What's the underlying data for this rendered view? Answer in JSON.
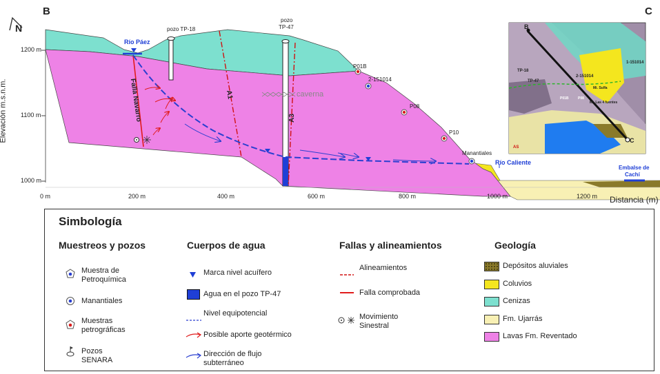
{
  "section": {
    "start_label": "B",
    "end_label": "C"
  },
  "north": {
    "letter": "N",
    "icon": "north-arrow-icon"
  },
  "axes": {
    "y_title": "Elevación m.s.n.m.",
    "y_ticks": [
      "1200 m",
      "1100 m",
      "1000 m"
    ],
    "x_ticks": [
      "0 m",
      "200 m",
      "400 m",
      "600 m",
      "800 m",
      "1000 m",
      "1200 m"
    ],
    "x_title": "Distancia (m)"
  },
  "labels": {
    "rio_paez": "Río Páez",
    "pozo_tp18": "pozo TP-18",
    "pozo_tp47_line1": "pozo",
    "pozo_tp47_line2": "TP-47",
    "falla": "Falla Navarro",
    "a1": "A1",
    "a3": "A3",
    "caverna": "caverna",
    "p01b": "P01B",
    "s2151014": "2-151014",
    "p08": "P08",
    "p10": "P10",
    "manantiales": "Manantiales",
    "rio_caliente": "Río Caliente",
    "embalse_line1": "Embalse de",
    "embalse_line2": "Cachí"
  },
  "inset_map": {
    "corner_b": "B",
    "corner_c": "C",
    "labels": [
      "TP-18",
      "TP-47",
      "2-151014",
      "1-151014",
      "P01B",
      "P08",
      "Mi. Sulfa",
      "Mi. Las 4 fuentes",
      "AS"
    ]
  },
  "legend": {
    "title": "Simbología",
    "muestreos": {
      "heading": "Muestreos y pozos",
      "items": [
        {
          "label_1": "Muestra de",
          "label_2": "Petroquímica"
        },
        {
          "label_1": "Manantiales",
          "label_2": ""
        },
        {
          "label_1": "Muestras",
          "label_2": "petrográficas"
        },
        {
          "label_1": "Pozos",
          "label_2": "SENARA"
        }
      ]
    },
    "agua": {
      "heading": "Cuerpos de agua",
      "items": [
        "Marca nivel acuífero",
        "Agua en el pozo TP-47",
        "Nivel equipotencial",
        "Posible aporte geotérmico"
      ],
      "flow_1": "Dirección de flujo",
      "flow_2": "subterráneo"
    },
    "fallas": {
      "heading": "Fallas y alineamientos",
      "items": [
        "Alineamientos",
        "Falla comprobada"
      ],
      "mov_1": "Movimiento",
      "mov_2": "Sinestral"
    },
    "geologia": {
      "heading": "Geología",
      "items": [
        {
          "label": "Depósitos aluviales",
          "color": "#8a7a2a"
        },
        {
          "label": "Coluvios",
          "color": "#f4e61e"
        },
        {
          "label": "Cenizas",
          "color": "#7de0cf"
        },
        {
          "label": "Fm. Ujarrás",
          "color": "#f8f0b4"
        },
        {
          "label": "Lavas Fm. Reventado",
          "color": "#ee82e6"
        }
      ]
    }
  },
  "colors": {
    "lavas": "#ee82e6",
    "cenizas": "#7de0cf",
    "ujarras": "#f8f0b4",
    "coluvios": "#f4e61e",
    "aluviales": "#8a7a2a",
    "water": "#1f3fd6",
    "fault": "#e01b1b"
  }
}
